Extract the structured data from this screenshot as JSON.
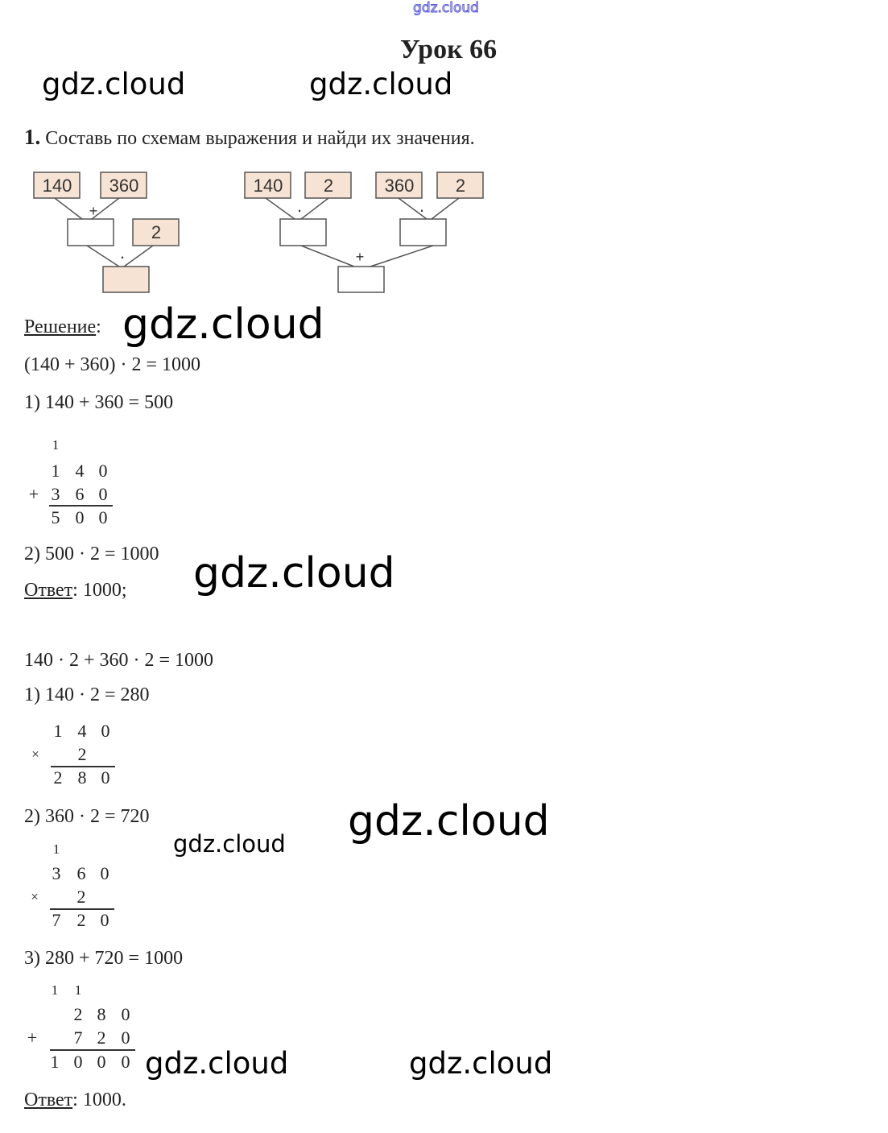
{
  "watermarks": {
    "top": "gdz.cloud",
    "w1": "gdz.cloud",
    "w2": "gdz.cloud",
    "w3": "gdz.cloud",
    "w4": "gdz.cloud",
    "w5": "gdz.cloud",
    "w6": "gdz.cloud",
    "w7": "gdz.cloud",
    "w8": "gdz.cloud"
  },
  "title": "Урок 66",
  "task": {
    "number": "1.",
    "text": "Составь по схемам выражения и найди их значения."
  },
  "diagram1": {
    "a": "140",
    "b": "360",
    "op1": "+",
    "c": "2",
    "op2": "·"
  },
  "diagram2": {
    "a": "140",
    "b": "2",
    "op1": "·",
    "c": "360",
    "d": "2",
    "op2": "·",
    "op3": "+"
  },
  "solution_label": "Решение",
  "colon": ":",
  "part1": {
    "expr": "(140 + 360) · 2 = 1000",
    "step1": "1) 140 + 360 = 500",
    "col": {
      "carry": "1",
      "r1": [
        "1",
        "4",
        "0"
      ],
      "sign": "+",
      "r2": [
        "3",
        "6",
        "0"
      ],
      "res": [
        "5",
        "0",
        "0"
      ]
    },
    "step2": "2) 500 · 2 = 1000",
    "answer_label": "Ответ",
    "answer": ": 1000;"
  },
  "part2": {
    "expr": "140 · 2 + 360 · 2 = 1000",
    "step1": "1) 140 · 2 = 280",
    "col1": {
      "r1": [
        "1",
        "4",
        "0"
      ],
      "sign": "×",
      "r2": "2",
      "res": [
        "2",
        "8",
        "0"
      ]
    },
    "step2": "2) 360 · 2 = 720",
    "col2": {
      "carry": "1",
      "r1": [
        "3",
        "6",
        "0"
      ],
      "sign": "×",
      "r2": "2",
      "res": [
        "7",
        "2",
        "0"
      ]
    },
    "step3": "3) 280 + 720 = 1000",
    "col3": {
      "carry": [
        "1",
        "1"
      ],
      "r1": [
        "2",
        "8",
        "0"
      ],
      "sign": "+",
      "r2": [
        "7",
        "2",
        "0"
      ],
      "res": [
        "1",
        "0",
        "0",
        "0"
      ]
    },
    "answer_label": "Ответ",
    "answer": ": 1000."
  }
}
